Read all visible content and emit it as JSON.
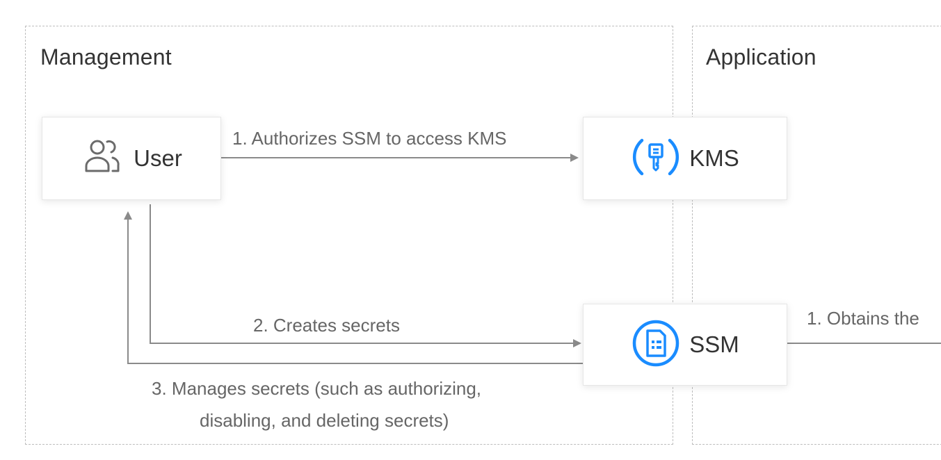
{
  "regions": {
    "management": {
      "title": "Management"
    },
    "application": {
      "title": "Application"
    }
  },
  "nodes": {
    "user": {
      "label": "User",
      "icon": "user-group-icon"
    },
    "kms": {
      "label": "KMS",
      "icon": "key-icon"
    },
    "ssm": {
      "label": "SSM",
      "icon": "document-icon"
    }
  },
  "edges": {
    "authorize": "1. Authorizes SSM to access KMS",
    "create": "2. Creates secrets",
    "manage_line1": "3. Manages secrets (such as authorizing,",
    "manage_line2": "disabling, and deleting secrets)",
    "obtain": "1. Obtains the"
  },
  "colors": {
    "accent": "#1a8cff",
    "arrow": "#8a8a8a",
    "dash": "#bdbdbd"
  }
}
